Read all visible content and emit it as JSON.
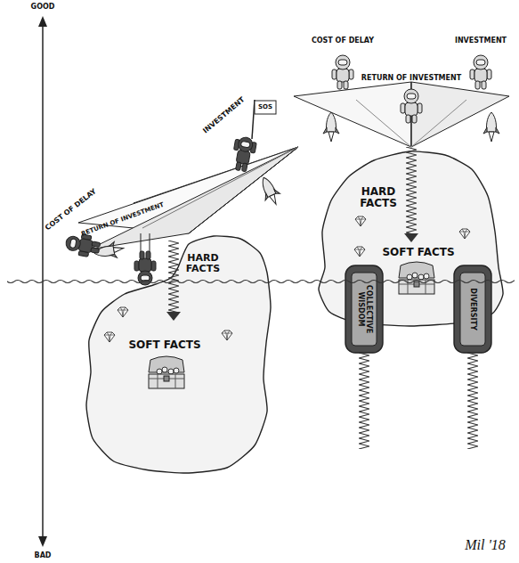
{
  "diagram": {
    "nodes": [
      {
        "text": [
          "HARD FACTS",
          "SOFT FACTS"
        ]
      },
      {
        "text": [
          "HARD FACTS",
          "SOFT FACTS"
        ]
      },
      {
        "text": [
          "COLLECTIVE WISDOM"
        ]
      },
      {
        "text": [
          "DIVERSITY"
        ]
      }
    ],
    "labels": [
      "GOOD",
      "BAD",
      "COST OF DELAY",
      "RETURN OF INVESTMENT",
      "INVESTMENT",
      "SOS",
      "COST OF DELAY",
      "RETURN OF INVESTMENT",
      "INVESTMENT",
      "Mil '18"
    ]
  }
}
